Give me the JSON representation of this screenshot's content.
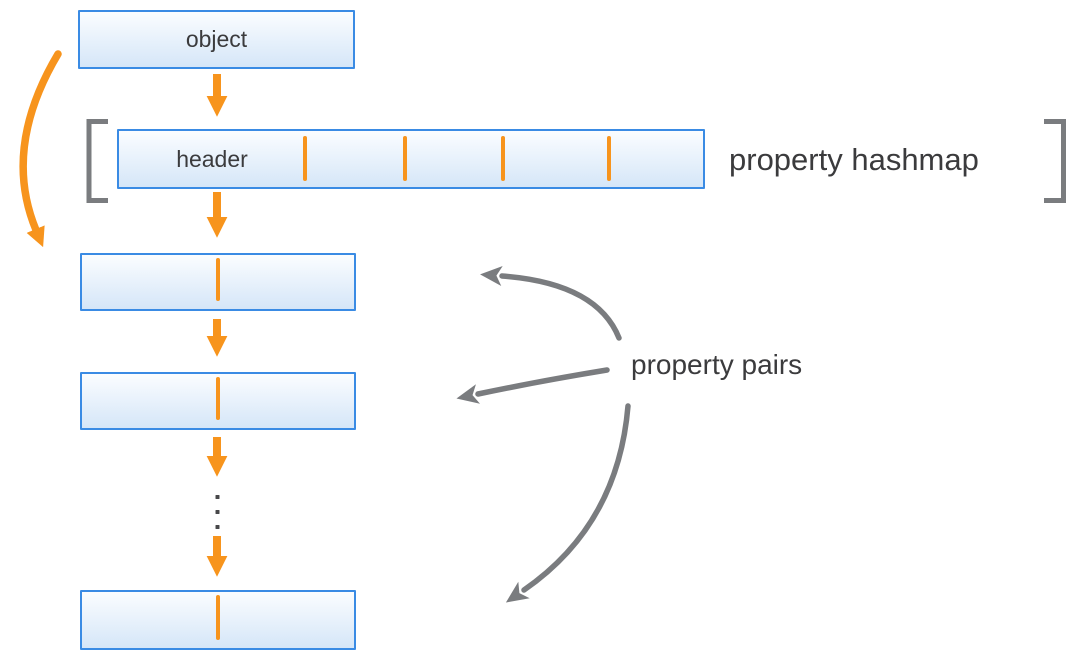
{
  "labels": {
    "object": "object",
    "header": "header",
    "property_hashmap": "property hashmap",
    "property_pairs": "property pairs"
  },
  "colors": {
    "orange": "#F7941D",
    "blue": "#3A8BE4",
    "gray": "#7A7C7F",
    "text": "#3B3B3D",
    "box_fill_top": "#FBFDFF",
    "box_fill_bottom": "#D5E6F8"
  },
  "structure": {
    "header_slot_divider_count": 4,
    "property_pair_box_count": 3,
    "ellipsis_dot_count": 3
  }
}
